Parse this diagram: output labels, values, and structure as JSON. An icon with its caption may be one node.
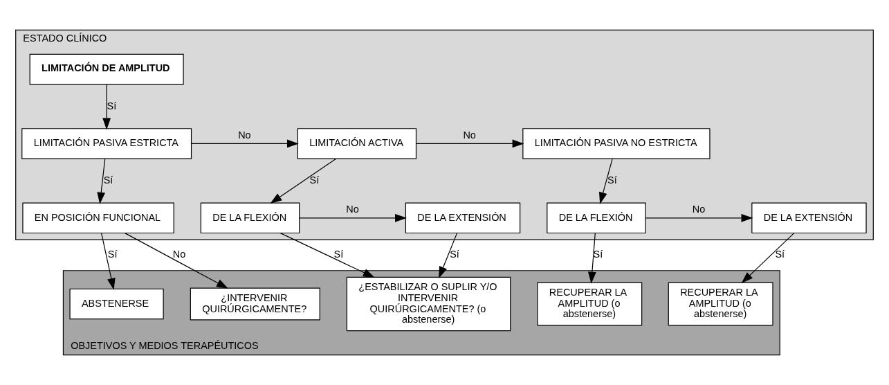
{
  "diagram": {
    "nodes": [
      {
        "text": [
          "ESTADO CLÍNICO"
        ]
      },
      {
        "text": [
          "LIMITACIÓN DE AMPLITUD"
        ],
        "in": 0
      },
      {
        "text": [
          "LIMITACIÓN PASIVA ESTRICTA"
        ],
        "in": 0
      },
      {
        "text": [
          "LIMITACIÓN ACTIVA"
        ],
        "in": 0
      },
      {
        "text": [
          "LIMITACIÓN PASIVA NO ESTRICTA"
        ],
        "in": 0
      },
      {
        "text": [
          "EN POSICIÓN FUNCIONAL"
        ],
        "in": 0
      },
      {
        "text": [
          "DE LA FLEXIÓN"
        ],
        "in": 0
      },
      {
        "text": [
          "DE LA EXTENSIÓN"
        ],
        "in": 0
      },
      {
        "text": [
          "DE LA FLEXIÓN"
        ],
        "in": 0
      },
      {
        "text": [
          "DE LA EXTENSIÓN"
        ],
        "in": 0
      },
      {
        "text": [
          "OBJETIVOS Y MEDIOS TERAPÉUTICOS"
        ]
      },
      {
        "text": [
          "ABSTENERSE"
        ],
        "in": 10
      },
      {
        "text": [
          "¿INTERVENIR QUIRÚRGICAMENTE?"
        ],
        "in": 10
      },
      {
        "text": [
          "¿ESTABILIZAR O SUPLIR Y/O INTERVENIR QUIRÚRGICAMENTE? (o abstenerse)"
        ],
        "in": 10
      },
      {
        "text": [
          "RECUPERAR LA AMPLITUD (o abstenerse)"
        ],
        "in": 10
      },
      {
        "text": [
          "RECUPERAR LA AMPLITUD (o abstenerse)"
        ],
        "in": 10
      }
    ],
    "edges": [
      {
        "from": 1,
        "to": 2,
        "arrow": "to",
        "label": "Sí"
      },
      {
        "from": 2,
        "to": 3,
        "arrow": "to",
        "label": "No"
      },
      {
        "from": 2,
        "to": 5,
        "arrow": "to",
        "label": "Sí"
      },
      {
        "from": 3,
        "to": 4,
        "arrow": "to",
        "label": "No"
      },
      {
        "from": 3,
        "to": 6,
        "arrow": "to",
        "label": "Sí"
      },
      {
        "from": 4,
        "to": 8,
        "arrow": "to",
        "label": "Sí"
      },
      {
        "from": 5,
        "to": 11,
        "arrow": "to",
        "label": "Sí"
      },
      {
        "from": 5,
        "to": 12,
        "arrow": "to",
        "label": "No"
      },
      {
        "from": 6,
        "to": 7,
        "arrow": "to",
        "label": "No"
      },
      {
        "from": 6,
        "to": 13,
        "arrow": "to",
        "label": "Sí"
      },
      {
        "from": 7,
        "to": 13,
        "arrow": "to",
        "label": "Sí"
      },
      {
        "from": 8,
        "to": 9,
        "arrow": "to",
        "label": "No"
      },
      {
        "from": 8,
        "to": 14,
        "arrow": "to",
        "label": "Sí"
      },
      {
        "from": 9,
        "to": 15,
        "arrow": "to",
        "label": "Sí"
      }
    ]
  }
}
